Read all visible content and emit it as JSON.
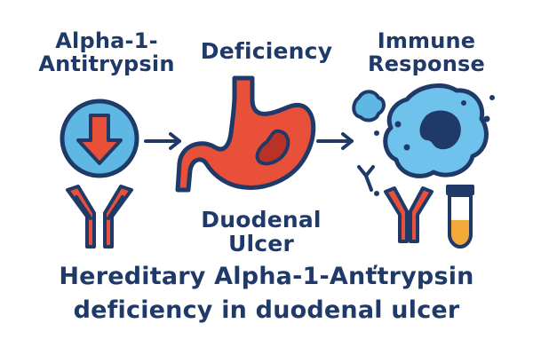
{
  "labels": {
    "alpha_line1": "Alpha-1-",
    "alpha_line2": "Antitrypsin",
    "deficiency": "Deficiency",
    "immune_line1": "Immune",
    "immune_line2": "Response",
    "duodenal_line1": "Duodenal",
    "duodenal_line2": "Ulcer"
  },
  "title": {
    "line1": "Hereditary Alpha-1-Anťtrypsin",
    "line2": "deficiency in duodenal ulcer"
  },
  "colors": {
    "navy": "#1f3a68",
    "light_blue": "#5fb7e4",
    "cell_blue": "#6fc2ec",
    "red": "#e8503a",
    "dark_red": "#b93226",
    "orange": "#f3a93a"
  },
  "icons": {
    "left": "down-arrow-circle-icon",
    "stomach": "stomach-icon",
    "cell": "immune-cell-icon",
    "antibody": "antibody-icon",
    "tube": "test-tube-icon"
  }
}
